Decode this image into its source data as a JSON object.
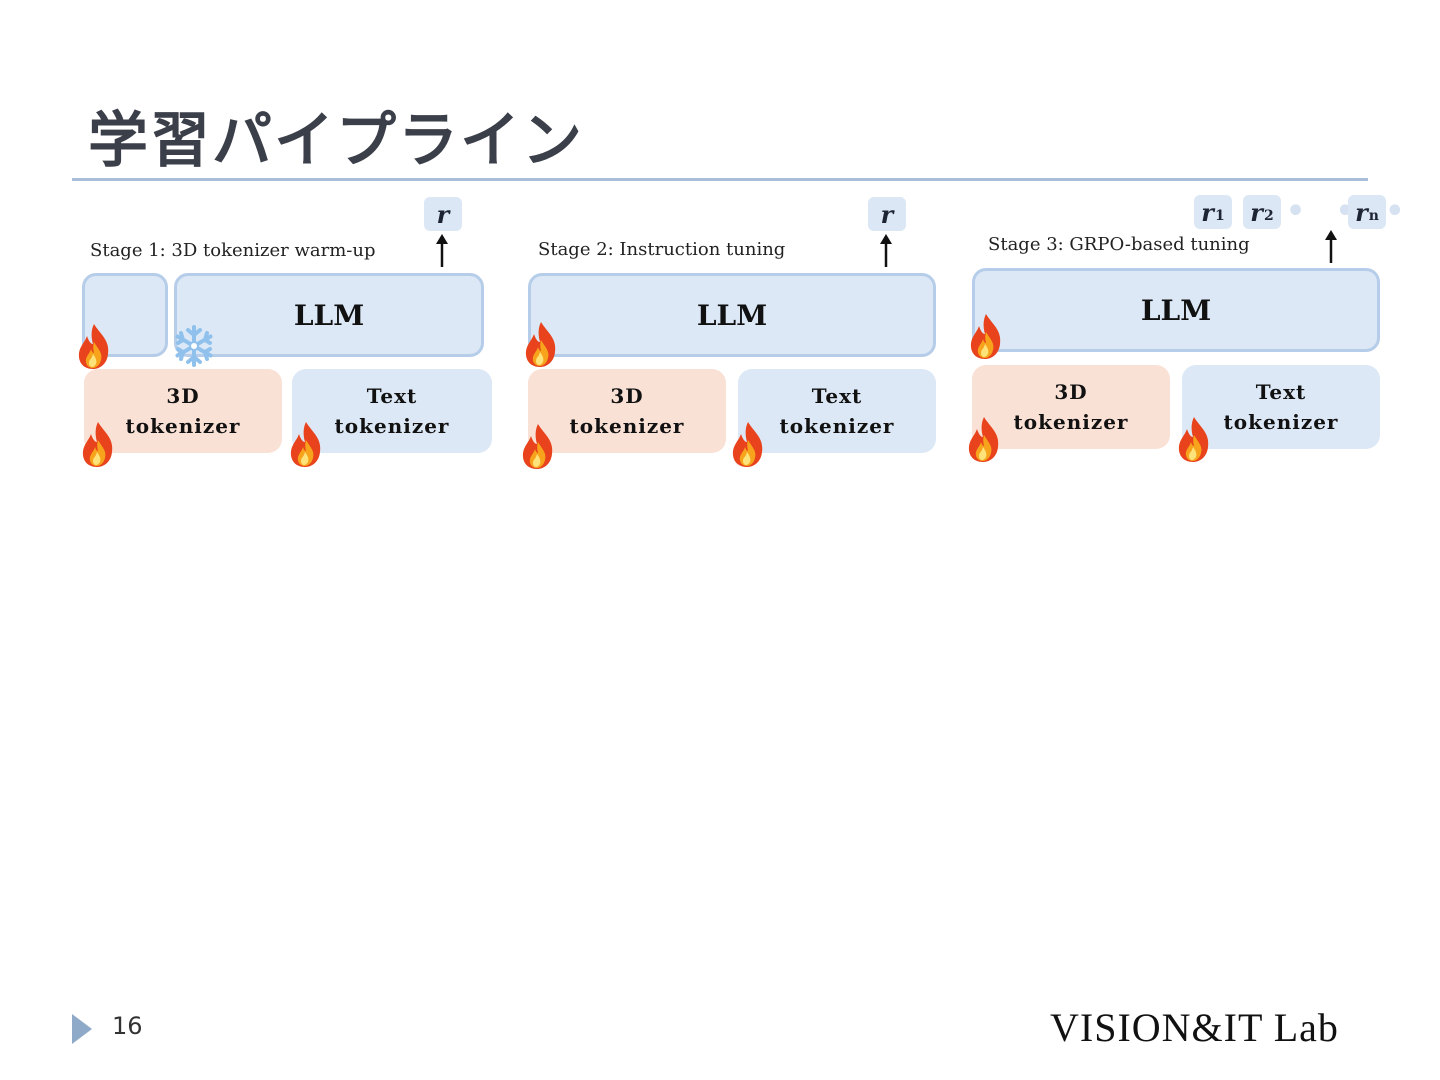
{
  "slide": {
    "title": "学習パイプライン",
    "page_number": "16",
    "logo_text": "VISION&IT Lab"
  },
  "stages": [
    {
      "label": "Stage 1: 3D tokenizer warm-up",
      "rewards": [
        {
          "base": "r",
          "sub": ""
        }
      ],
      "llm_label": "LLM",
      "tokenizer_3d": [
        "3D",
        "tokenizer"
      ],
      "tokenizer_text": [
        "Text",
        "tokenizer"
      ],
      "llm_frozen": true
    },
    {
      "label": "Stage 2: Instruction tuning",
      "rewards": [
        {
          "base": "r",
          "sub": ""
        }
      ],
      "llm_label": "LLM",
      "tokenizer_3d": [
        "3D",
        "tokenizer"
      ],
      "tokenizer_text": [
        "Text",
        "tokenizer"
      ],
      "llm_frozen": false
    },
    {
      "label": "Stage 3: GRPO-based tuning",
      "rewards": [
        {
          "base": "r",
          "sub": "1"
        },
        {
          "base": "r",
          "sub": "2"
        },
        {
          "base": "r",
          "sub": "n"
        }
      ],
      "ellipsis": "• • •",
      "llm_label": "LLM",
      "tokenizer_3d": [
        "3D",
        "tokenizer"
      ],
      "tokenizer_text": [
        "Text",
        "tokenizer"
      ],
      "llm_frozen": false
    }
  ],
  "colors": {
    "llm_fill": "#dce8f6",
    "tokenizer_3d_fill": "#fae1d6",
    "tokenizer_text_fill": "#dce8f6",
    "title_rule": "#a9bfd9",
    "flame": "#e8431c",
    "snowflake": "#8fc1ec"
  },
  "icons": {
    "trainable": "flame-icon",
    "frozen": "snowflake-icon"
  }
}
